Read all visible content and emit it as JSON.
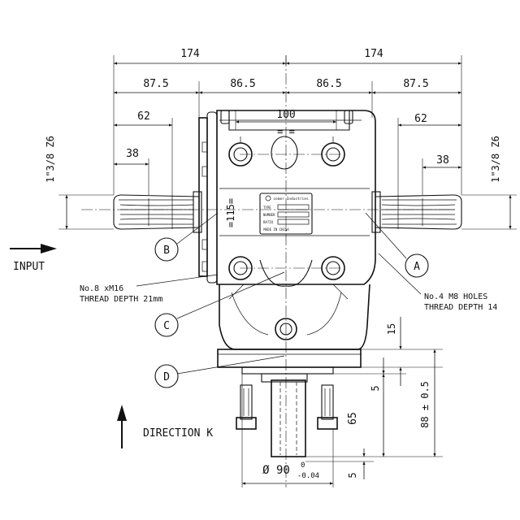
{
  "dimensions": {
    "top_left_total": "174",
    "top_right_total": "174",
    "left_outer": "87.5",
    "left_inner": "86.5",
    "right_inner": "86.5",
    "right_outer": "87.5",
    "left_62": "62",
    "right_62": "62",
    "left_38": "38",
    "right_38": "38",
    "flange_width": "100",
    "center_height": "=115=",
    "equal_marks": "= =",
    "spline_left": "1\"3/8 Z6",
    "spline_right": "1\"3/8 Z6",
    "dim_15": "15",
    "dim_5_upper": "5",
    "dim_65": "65",
    "dim_88": "88 ± 0.5",
    "dim_5_lower": "5",
    "dia_90": "Ø 90",
    "tol_upper": "0",
    "tol_lower": "-0.04"
  },
  "labels": {
    "input": "INPUT",
    "direction": "DIRECTION K",
    "note_m16_line1": "No.8 xM16",
    "note_m16_line2": "THREAD DEPTH 21mm",
    "note_m8_line1": "No.4 M8 HOLES",
    "note_m8_line2": "THREAD DEPTH 14"
  },
  "callouts": [
    "A",
    "B",
    "C",
    "D"
  ],
  "nameplate": {
    "brand": "comer Industries",
    "lines": [
      "TYPE",
      "NUMBER",
      "RATIO"
    ],
    "footer": "MADE IN CHINA"
  }
}
